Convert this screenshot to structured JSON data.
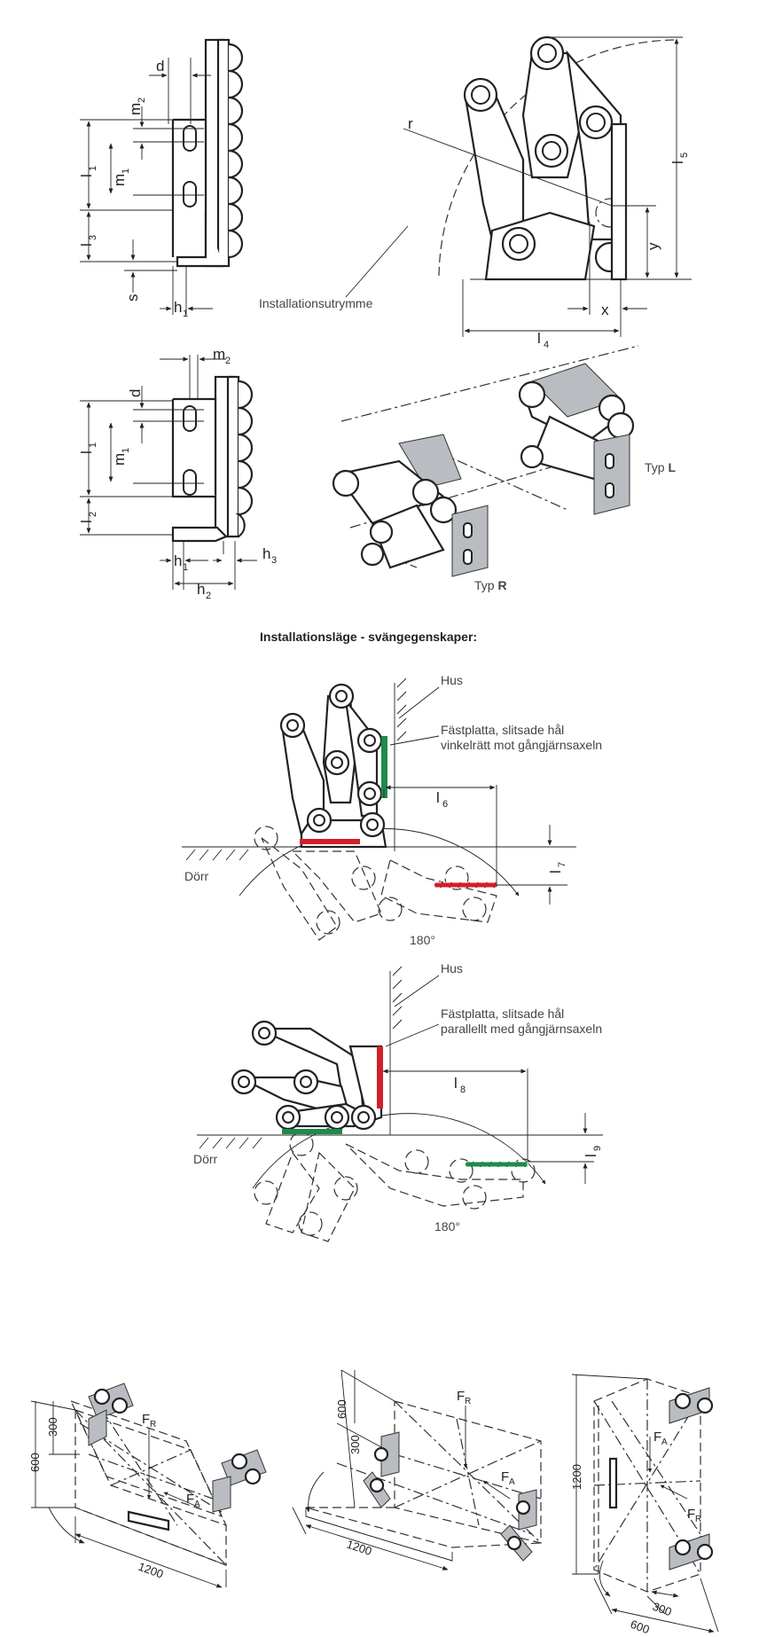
{
  "labels": {
    "d_top": "d",
    "m2_top": "m",
    "m2_top_sub": "2",
    "l1_top": "l",
    "l1_top_sub": "1",
    "m1_top": "m",
    "m1_top_sub": "1",
    "l3": "l",
    "l3_sub": "3",
    "s": "s",
    "h1_top": "h",
    "h1_top_sub": "1",
    "r": "r",
    "l5": "l",
    "l5_sub": "5",
    "y": "y",
    "x": "x",
    "l4": "l",
    "l4_sub": "4",
    "installation_space": "Installationsutrymme",
    "m2_mid": "m",
    "m2_mid_sub": "2",
    "d_mid": "d",
    "l1_mid": "l",
    "l1_mid_sub": "1",
    "m1_mid": "m",
    "m1_mid_sub": "1",
    "l2": "l",
    "l2_sub": "2",
    "h1_mid": "h",
    "h1_mid_sub": "1",
    "h2": "h",
    "h2_sub": "2",
    "h3": "h",
    "h3_sub": "3",
    "typ_l_prefix": "Typ ",
    "typ_l_letter": "L",
    "typ_r_prefix": "Typ ",
    "typ_r_letter": "R",
    "section_title": "Installationsläge - svängegenskaper:",
    "hus_1": "Hus",
    "plate_1_line1": "Fästplatta, slitsade hål",
    "plate_1_line2": "vinkelrätt mot gångjärnsaxeln",
    "l6": "l",
    "l6_sub": "6",
    "l7": "l",
    "l7_sub": "7",
    "door_1": "Dörr",
    "angle_1": "180°",
    "hus_2": "Hus",
    "plate_2_line1": "Fästplatta, slitsade hål",
    "plate_2_line2": "parallellt med gångjärnsaxeln",
    "l8": "l",
    "l8_sub": "8",
    "l9": "l",
    "l9_sub": "9",
    "door_2": "Dörr",
    "angle_2": "180°",
    "box1_600": "600",
    "box1_300": "300",
    "box1_fr": "F",
    "box1_fr_sub": "R",
    "box1_fa": "F",
    "box1_fa_sub": "A",
    "box1_1200": "1200",
    "box2_600": "600",
    "box2_300": "300",
    "box2_fr": "F",
    "box2_fr_sub": "R",
    "box2_fa": "F",
    "box2_fa_sub": "A",
    "box2_1200": "1200",
    "box3_1200": "1200",
    "box3_fa": "F",
    "box3_fa_sub": "A",
    "box3_fr": "F",
    "box3_fr_sub": "R",
    "box3_300": "300",
    "box3_600": "600"
  },
  "colors": {
    "green_plate": "#1f8a4c",
    "red_plate": "#d0202a",
    "grey_part": "#b9bcc0"
  }
}
